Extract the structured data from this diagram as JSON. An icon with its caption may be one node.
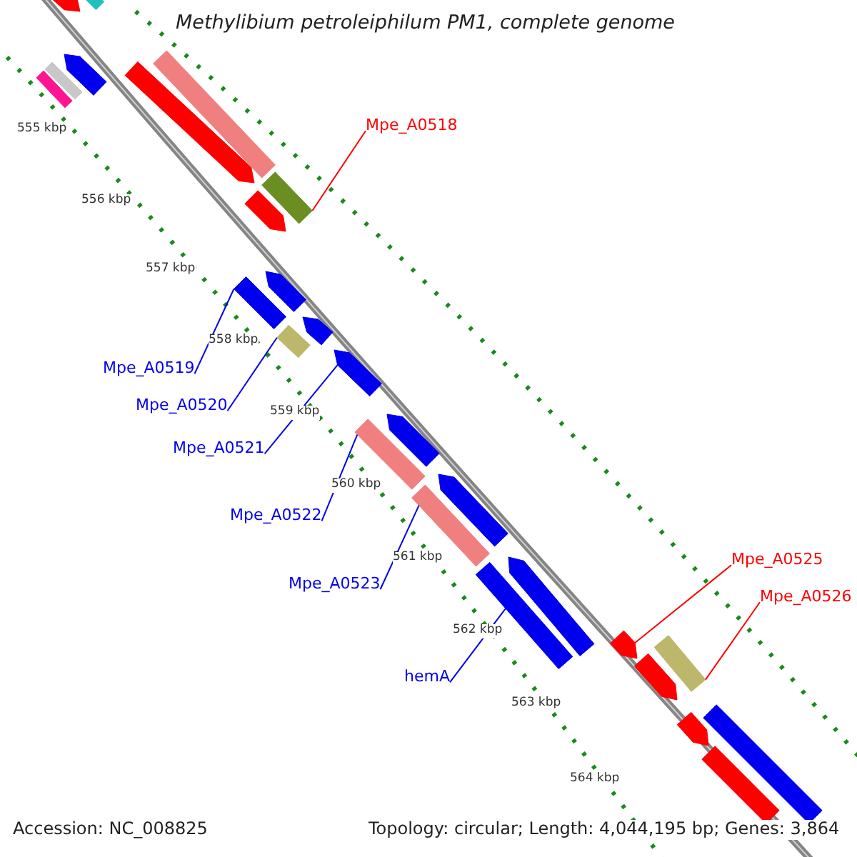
{
  "diagram": {
    "title": "Methylibium petroleiphilum PM1, complete genome",
    "nodes": [
      {
        "text": [
          "Mpe_A0518"
        ]
      },
      {
        "text": [],
        "shape": "bar"
      },
      {
        "text": [
          "Mpe_A0519"
        ]
      },
      {
        "text": [],
        "shape": "bar"
      },
      {
        "text": [
          "Mpe_A0520"
        ]
      },
      {
        "text": [],
        "shape": "bar"
      },
      {
        "text": [
          "Mpe_A0521"
        ]
      },
      {
        "text": [],
        "shape": "pentagon"
      },
      {
        "text": [
          "Mpe_A0522"
        ]
      },
      {
        "text": [],
        "shape": "bar"
      },
      {
        "text": [
          "Mpe_A0523"
        ]
      },
      {
        "text": [],
        "shape": "bar"
      },
      {
        "text": [
          "hemA"
        ]
      },
      {
        "text": [],
        "shape": "bar"
      },
      {
        "text": [
          "Mpe_A0525"
        ]
      },
      {
        "text": [],
        "shape": "pentagon"
      },
      {
        "text": [
          "Mpe_A0526"
        ]
      },
      {
        "text": [],
        "shape": "bar"
      },
      {
        "text": [],
        "shape": "pentagon"
      },
      {
        "text": [],
        "shape": "bar"
      },
      {
        "text": [],
        "shape": "bar"
      },
      {
        "text": [],
        "shape": "bar"
      },
      {
        "text": [],
        "shape": "pentagon"
      },
      {
        "text": [],
        "shape": "pentagon"
      },
      {
        "text": [],
        "shape": "bar"
      },
      {
        "text": [],
        "shape": "pentagon"
      },
      {
        "text": [],
        "shape": "pentagon"
      },
      {
        "text": [],
        "shape": "pentagon"
      },
      {
        "text": [],
        "shape": "pentagon"
      },
      {
        "text": [],
        "shape": "pentagon"
      },
      {
        "text": [],
        "shape": "pentagon"
      },
      {
        "text": [],
        "shape": "pentagon"
      },
      {
        "text": [],
        "shape": "pentagon"
      },
      {
        "text": [],
        "shape": "bar"
      },
      {
        "text": [],
        "shape": "bar"
      }
    ],
    "edges": [
      {
        "from": 0,
        "to": 1,
        "arrow": "none",
        "color": "#ff0000"
      },
      {
        "from": 2,
        "to": 3,
        "arrow": "none"
      },
      {
        "from": 4,
        "to": 5,
        "arrow": "none"
      },
      {
        "from": 6,
        "to": 7,
        "arrow": "none"
      },
      {
        "from": 8,
        "to": 9,
        "arrow": "none"
      },
      {
        "from": 10,
        "to": 11,
        "arrow": "none"
      },
      {
        "from": 12,
        "to": 13,
        "arrow": "none"
      },
      {
        "from": 14,
        "to": 15,
        "arrow": "none",
        "color": "#ff0000"
      },
      {
        "from": 16,
        "to": 17,
        "arrow": "none",
        "color": "#ff0000"
      }
    ],
    "labels": [
      "555 kbp",
      "556 kbp",
      "557 kbp",
      "558 kbp",
      "559 kbp",
      "560 kbp",
      "561 kbp",
      "562 kbp",
      "563 kbp",
      "564 kbp",
      "Accession: NC_008825",
      "Topology: circular; Length: 4,044,195 bp; Genes: 3,864"
    ]
  }
}
